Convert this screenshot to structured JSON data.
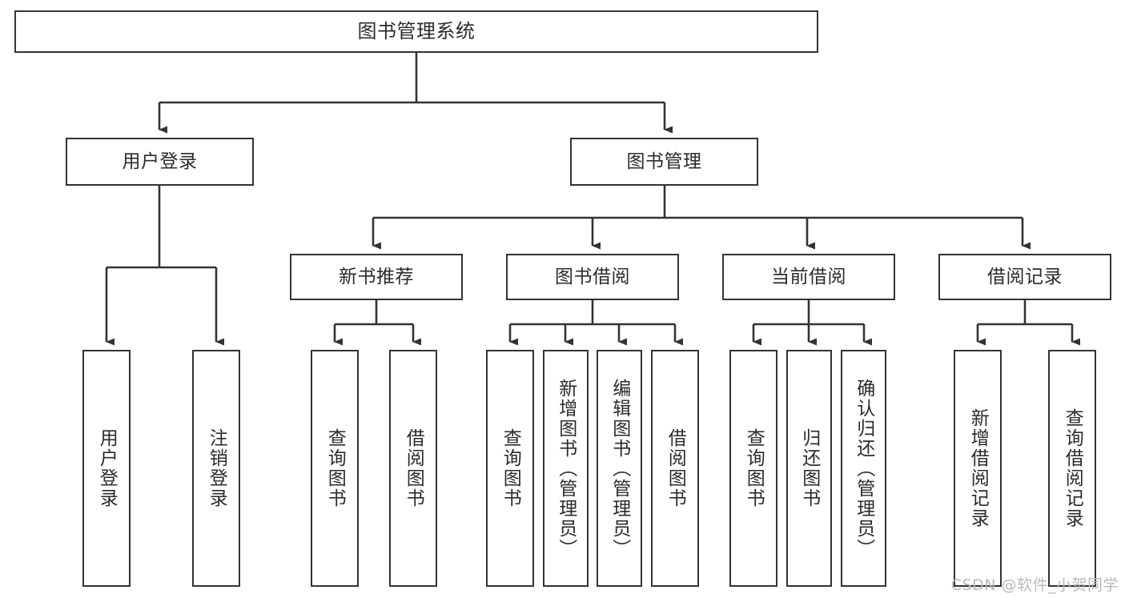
{
  "diagram": {
    "title": "图书管理系统",
    "type": "tree",
    "root": {
      "id": "root",
      "label": "图书管理系统"
    },
    "level2": [
      {
        "id": "user-login",
        "label": "用户登录"
      },
      {
        "id": "book-management",
        "label": "图书管理"
      }
    ],
    "level3": [
      {
        "id": "new-book-recommend",
        "label": "新书推荐",
        "parent": "book-management"
      },
      {
        "id": "book-borrow",
        "label": "图书借阅",
        "parent": "book-management"
      },
      {
        "id": "current-borrow",
        "label": "当前借阅",
        "parent": "book-management"
      },
      {
        "id": "borrow-record",
        "label": "借阅记录",
        "parent": "book-management"
      }
    ],
    "leaves": [
      {
        "id": "leaf-user-login",
        "label": "用户登录",
        "parent": "user-login"
      },
      {
        "id": "leaf-user-logout",
        "label": "注销登录",
        "parent": "user-login"
      },
      {
        "id": "leaf-query-book-1",
        "label": "查询图书",
        "parent": "new-book-recommend"
      },
      {
        "id": "leaf-borrow-book-1",
        "label": "借阅图书",
        "parent": "new-book-recommend"
      },
      {
        "id": "leaf-query-book-2",
        "label": "查询图书",
        "parent": "book-borrow"
      },
      {
        "id": "leaf-add-book",
        "label": "新增图书（管理员）",
        "parent": "book-borrow"
      },
      {
        "id": "leaf-edit-book",
        "label": "编辑图书（管理员）",
        "parent": "book-borrow"
      },
      {
        "id": "leaf-borrow-book-2",
        "label": "借阅图书",
        "parent": "book-borrow"
      },
      {
        "id": "leaf-query-book-3",
        "label": "查询图书",
        "parent": "current-borrow"
      },
      {
        "id": "leaf-return-book",
        "label": "归还图书",
        "parent": "current-borrow"
      },
      {
        "id": "leaf-confirm-return",
        "label": "确认归还（管理员）",
        "parent": "current-borrow"
      },
      {
        "id": "leaf-add-record",
        "label": "新增借阅记录",
        "parent": "borrow-record"
      },
      {
        "id": "leaf-query-record",
        "label": "查询借阅记录",
        "parent": "borrow-record"
      }
    ],
    "colors": {
      "border": "#333333",
      "text": "#2b2b2b",
      "background": "#ffffff",
      "connector": "#333333",
      "watermark": "#b9b9b9"
    }
  },
  "watermark": {
    "text": "CSDN @软件_小贺同学"
  }
}
